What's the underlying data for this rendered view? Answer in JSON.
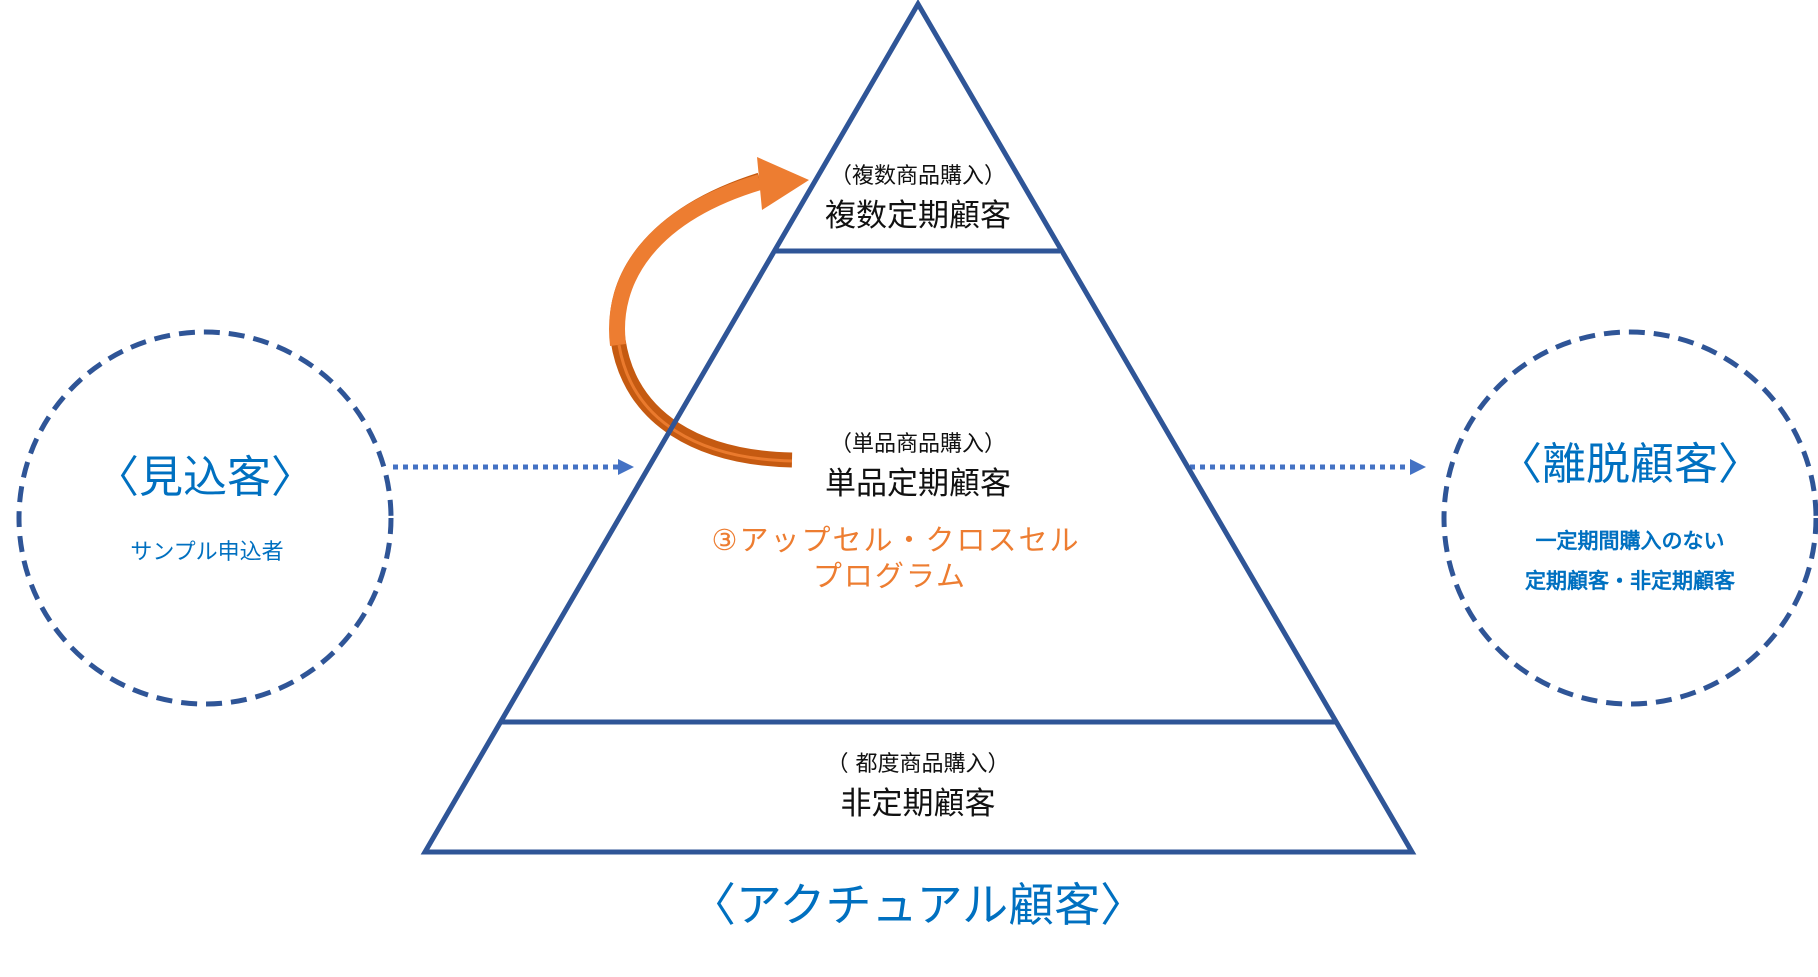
{
  "colors": {
    "pyramid_stroke": "#2F5597",
    "circle_stroke": "#2F5597",
    "dotted_arrow": "#4472C4",
    "upsell_arrow": "#ED7D31",
    "upsell_arrow_shadow": "#C55A11",
    "blue_text": "#0070C0",
    "orange_text": "#ED7D31",
    "black_text": "#111111"
  },
  "prospect": {
    "title": "〈見込客〉",
    "subtitle": "サンプル申込者"
  },
  "pyramid": {
    "top_tier": {
      "sub": "（複数商品購入）",
      "main": "複数定期顧客"
    },
    "middle_tier": {
      "sub": "（単品商品購入）",
      "main": "単品定期顧客",
      "program_line1": "③アップセル・クロスセル",
      "program_line2": "プログラム"
    },
    "bottom_tier": {
      "sub": "（ 都度商品購入）",
      "main": "非定期顧客"
    },
    "label": "〈アクチュアル顧客〉"
  },
  "churned": {
    "title": "〈離脱顧客〉",
    "subtitle_line1": "一定期間購入のない",
    "subtitle_line2": "定期顧客・非定期顧客"
  },
  "arrows": {
    "prospect_to_actual": "dotted-arrow-right",
    "actual_to_churned": "dotted-arrow-right",
    "upsell": "curved-arrow-up"
  }
}
